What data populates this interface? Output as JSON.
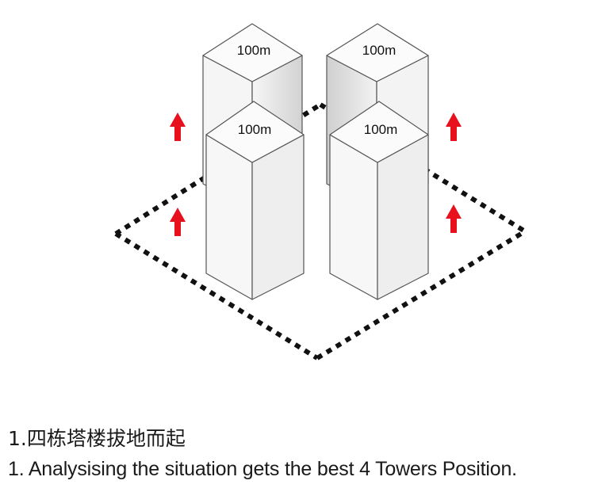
{
  "diagram": {
    "towers": [
      {
        "id": "back-left",
        "height_label": "100m"
      },
      {
        "id": "back-right",
        "height_label": "100m"
      },
      {
        "id": "front-left",
        "height_label": "100m"
      },
      {
        "id": "front-right",
        "height_label": "100m"
      }
    ],
    "site_boundary": "dashed",
    "arrows": [
      {
        "id": "upper-left",
        "direction": "up"
      },
      {
        "id": "lower-left",
        "direction": "up"
      },
      {
        "id": "upper-right",
        "direction": "up"
      },
      {
        "id": "lower-right",
        "direction": "up"
      }
    ],
    "colors": {
      "arrow": "#e8101c",
      "boundary": "#111111",
      "tower_outline": "#555555",
      "tower_top": "#fbfbfb",
      "tower_side_light": "#f4f4f4",
      "tower_side_shade": "#dcdcdc"
    }
  },
  "captions": {
    "chinese": "1.四栋塔楼拔地而起",
    "english": "1. Analysising the situation gets the best 4 Towers Position."
  }
}
